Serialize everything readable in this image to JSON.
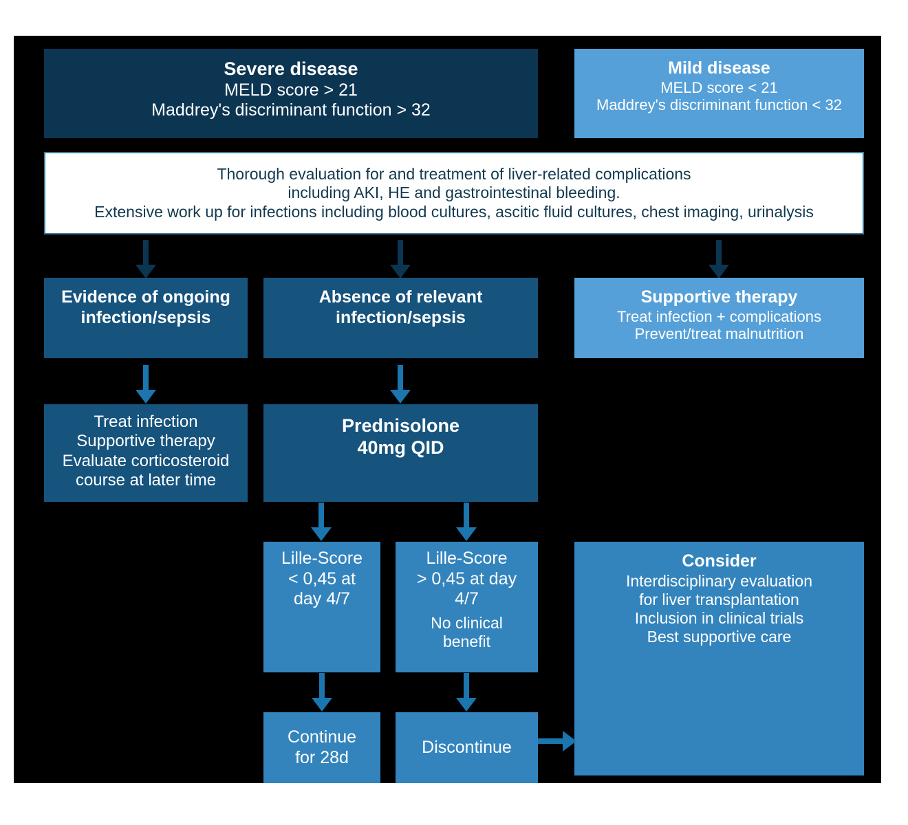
{
  "figure": {
    "kind": "clinical-decision-flowchart",
    "background": "#000000"
  },
  "palette": {
    "navy": "#0C3552",
    "steel": "#16537D",
    "mid_blue": "#3384BD",
    "light_blue": "#55A0D8",
    "white_box_bg": "#FFFFFF",
    "white_box_text": "#12394F",
    "white_box_border": "#3E7C9E",
    "arrow_navy": "#0C3552",
    "arrow_steel": "#16537D",
    "arrow_blue": "#1B75AF",
    "text_on_dark": "#FFFFFF"
  },
  "nodes": {
    "severe_disease": {
      "title": "Severe disease",
      "lines": [
        "MELD score > 21",
        "Maddrey's discriminant function > 32"
      ]
    },
    "mild_disease": {
      "title": "Mild disease",
      "lines": [
        "MELD score < 21",
        "Maddrey's discriminant function < 32"
      ]
    },
    "evaluation": {
      "lines": [
        "Thorough evaluation for and treatment of liver-related complications",
        "including AKI, HE and gastrointestinal bleeding.",
        "Extensive work up for infections including blood cultures, ascitic fluid cultures, chest imaging, urinalysis"
      ]
    },
    "evidence_infection": {
      "title": "",
      "lines": [
        "Evidence of ongoing",
        "infection/sepsis"
      ]
    },
    "absence_infection": {
      "title": "",
      "lines": [
        "Absence of relevant",
        "infection/sepsis"
      ]
    },
    "supportive_therapy": {
      "title": "Supportive therapy",
      "lines": [
        "Treat infection + complications",
        "Prevent/treat malnutrition"
      ]
    },
    "treat_infection": {
      "lines": [
        "Treat infection",
        "Supportive therapy",
        "Evaluate corticosteroid",
        "course at later time"
      ]
    },
    "prednisolone": {
      "lines": [
        "Prednisolone",
        "40mg QID"
      ]
    },
    "lille_low": {
      "lines": [
        "Lille-Score",
        "< 0,45 at",
        "day 4/7"
      ],
      "note": ""
    },
    "lille_high": {
      "lines": [
        "Lille-Score",
        "> 0,45 at day",
        "4/7"
      ],
      "note_lines": [
        "No clinical",
        "benefit"
      ]
    },
    "consider": {
      "title": "Consider",
      "lines": [
        "Interdisciplinary evaluation",
        "for liver transplantation",
        "Inclusion in clinical trials",
        "Best supportive care"
      ]
    },
    "continue": {
      "lines": [
        "Continue",
        "for 28d"
      ]
    },
    "discontinue": {
      "lines": [
        "Discontinue"
      ]
    }
  },
  "arrows": [
    {
      "name": "evaluation-to-evidence-infection",
      "direction": "down"
    },
    {
      "name": "evaluation-to-absence-infection",
      "direction": "down"
    },
    {
      "name": "mild-disease-to-supportive-therapy",
      "direction": "down"
    },
    {
      "name": "evidence-infection-to-treat-infection",
      "direction": "down"
    },
    {
      "name": "absence-infection-to-prednisolone",
      "direction": "down"
    },
    {
      "name": "prednisolone-to-lille-low",
      "direction": "down"
    },
    {
      "name": "prednisolone-to-lille-high",
      "direction": "down"
    },
    {
      "name": "lille-low-to-continue",
      "direction": "down"
    },
    {
      "name": "lille-high-to-discontinue",
      "direction": "down"
    },
    {
      "name": "discontinue-to-consider",
      "direction": "right"
    }
  ]
}
